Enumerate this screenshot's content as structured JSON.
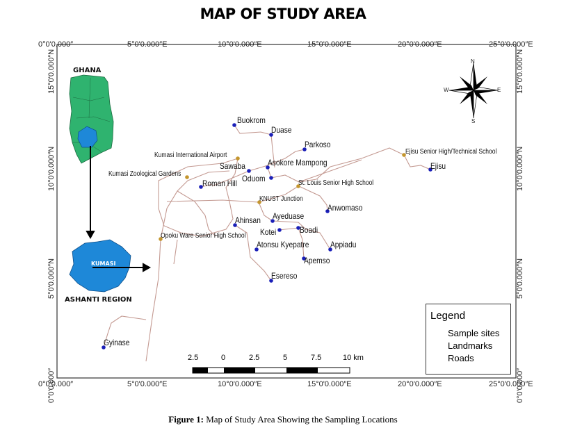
{
  "title": "MAP OF STUDY AREA",
  "caption": {
    "label": "Figure 1:",
    "text": " Map of Study Area Showing the Sampling Locations"
  },
  "axes": {
    "top": [
      "0°0'0.000″",
      "5°0'0.000″E",
      "10°0'0.000″E",
      "15°0'0.000″E",
      "20°0'0.000″E",
      "25°0'0.000″E"
    ],
    "bottom": [
      "0°0'0.000″",
      "5°0'0.000″E",
      "10°0'0.000″E",
      "15°0'0.000″E",
      "20°0'0.000″E",
      "25°0'0.000″E"
    ],
    "left": [
      "15°0'0.000″N",
      "10°0'0.000″N",
      "5°0'0.000″N",
      "0°0'0.000″"
    ],
    "right": [
      "15°0'0.000″N",
      "10°0'0.000″N",
      "5°0'0.000″N",
      "0°0'0.000″"
    ]
  },
  "inset": {
    "country": "GHANA",
    "city": "KUMASI",
    "region": "ASHANTI REGION"
  },
  "compass": {
    "n": "N",
    "s": "S",
    "e": "E",
    "w": "W"
  },
  "sample_sites": [
    "Buokrom",
    "Duase",
    "Parkoso",
    "Asokore Mampong",
    "Sawaba",
    "Oduom",
    "Roman Hill",
    "Anwomaso",
    "Ahinsan",
    "Ayeduase",
    "Kotei",
    "Boadi",
    "Atonsu Kyepatre",
    "Appiadu",
    "Apemso",
    "Esereso",
    "Ejisu",
    "Gyinase"
  ],
  "landmarks": [
    "Kumasi International Airport",
    "Kumasi Zoological Gardens",
    "St. Louis Senior High School",
    "KNUST Junction",
    "Opoku Ware Senior High School",
    "Ejisu Senior High/Technical School"
  ],
  "scale_bar": [
    "2.5",
    "0",
    "2.5",
    "5",
    "7.5",
    "10 km"
  ],
  "legend": {
    "title": "Legend",
    "items": [
      "Sample sites",
      "Landmarks",
      "Roads"
    ]
  },
  "colors": {
    "site": "#1a1fb8",
    "landmark": "#c4962e",
    "road": "#c49a92",
    "ghana": "#2fb36f",
    "region": "#1e88d8"
  }
}
